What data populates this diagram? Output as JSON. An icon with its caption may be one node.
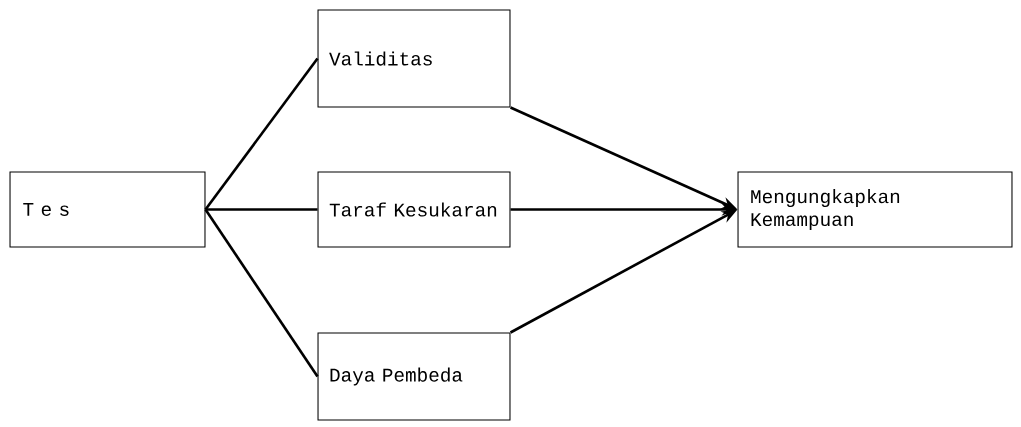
{
  "diagram": {
    "nodes": [
      {
        "text": [
          "T e s"
        ]
      },
      {
        "text": [
          "Validitas"
        ]
      },
      {
        "text": [
          "Taraf Kesukaran"
        ]
      },
      {
        "text": [
          "Daya Pembeda"
        ]
      },
      {
        "text": [
          "Mengungkapkan Kemampuan"
        ]
      }
    ],
    "edges": [
      {
        "from": 0,
        "to": 1,
        "arrow": "none"
      },
      {
        "from": 0,
        "to": 2,
        "arrow": "none"
      },
      {
        "from": 0,
        "to": 3,
        "arrow": "none"
      },
      {
        "from": 1,
        "to": 4,
        "arrow": "to"
      },
      {
        "from": 2,
        "to": 4,
        "arrow": "to"
      },
      {
        "from": 3,
        "to": 4,
        "arrow": "to"
      }
    ]
  }
}
